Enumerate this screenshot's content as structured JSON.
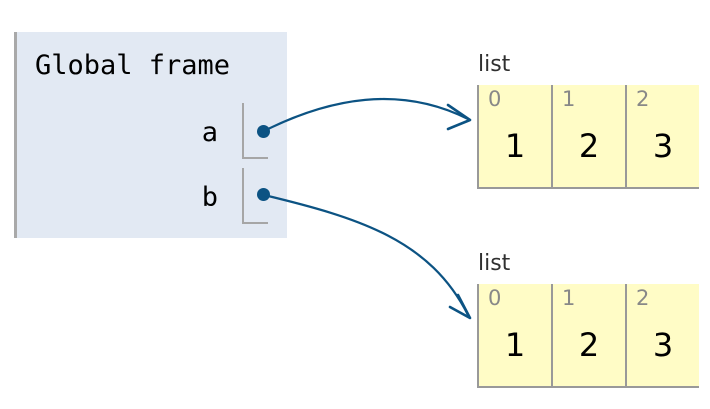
{
  "frame": {
    "title": "Global frame",
    "variables": [
      {
        "name": "a"
      },
      {
        "name": "b"
      }
    ]
  },
  "heap": [
    {
      "label": "list",
      "indices": [
        "0",
        "1",
        "2"
      ],
      "values": [
        "1",
        "2",
        "3"
      ]
    },
    {
      "label": "list",
      "indices": [
        "0",
        "1",
        "2"
      ],
      "values": [
        "1",
        "2",
        "3"
      ]
    }
  ],
  "colors": {
    "frame_bg": "#e2e9f3",
    "list_bg": "#fffcc6",
    "pointer": "#0c5383"
  }
}
